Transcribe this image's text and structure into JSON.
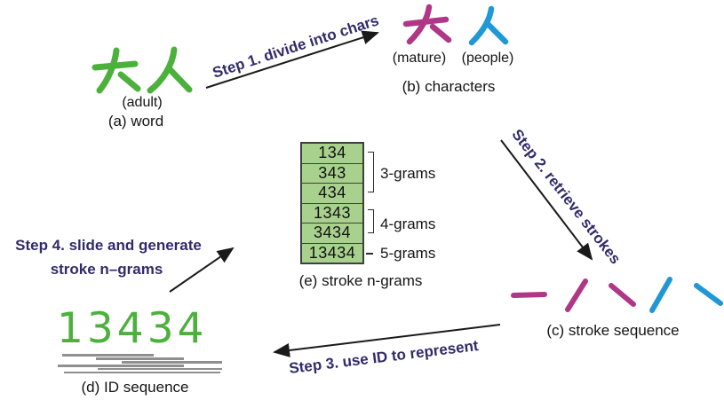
{
  "colors": {
    "green": "#4cb13c",
    "magenta": "#b03687",
    "blue": "#2098d5",
    "navy": "#322b6a",
    "cell_green": "#a9d18e",
    "underline_gray": "#8f8f8f",
    "arrow_black": "#1a1a1a"
  },
  "word": {
    "hanzi": "大人",
    "gloss": "(adult)",
    "caption": "(a) word"
  },
  "characters": {
    "caption": "(b) characters",
    "items": [
      {
        "hanzi": "大",
        "gloss": "(mature)",
        "color": "#b03687"
      },
      {
        "hanzi": "人",
        "gloss": "(people)",
        "color": "#2098d5"
      }
    ]
  },
  "steps": {
    "step1": "Step 1. divide into chars",
    "step2": "Step 2. retrieve strokes",
    "step3": "Step 3. use ID to represent",
    "step4_line1": "Step 4. slide and generate",
    "step4_line2": "stroke n–grams"
  },
  "stroke_sequence": {
    "caption": "(c) stroke sequence",
    "strokes": [
      {
        "direction": "horizontal",
        "color": "#b03687"
      },
      {
        "direction": "rising",
        "color": "#b03687"
      },
      {
        "direction": "falling",
        "color": "#b03687"
      },
      {
        "direction": "rising",
        "color": "#2098d5"
      },
      {
        "direction": "falling",
        "color": "#2098d5"
      }
    ]
  },
  "id_sequence": {
    "value": "13434",
    "caption": "(d) ID sequence",
    "windows": [
      "134",
      "343",
      "434",
      "1343",
      "3434",
      "13434"
    ]
  },
  "ngrams": {
    "caption": "(e) stroke n-grams",
    "rows": [
      "134",
      "343",
      "434",
      "1343",
      "3434",
      "13434"
    ],
    "group_labels": [
      "3-grams",
      "4-grams",
      "5-grams"
    ]
  }
}
